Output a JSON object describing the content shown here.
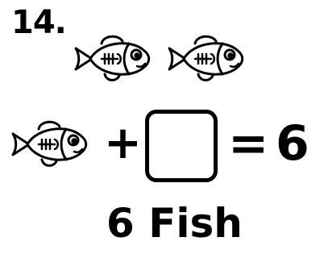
{
  "problem": {
    "number": "14.",
    "equation": {
      "fish_icon": "fish-icon",
      "plus": "+",
      "equals": "=",
      "result": "6"
    },
    "answer": "6 Fish"
  }
}
